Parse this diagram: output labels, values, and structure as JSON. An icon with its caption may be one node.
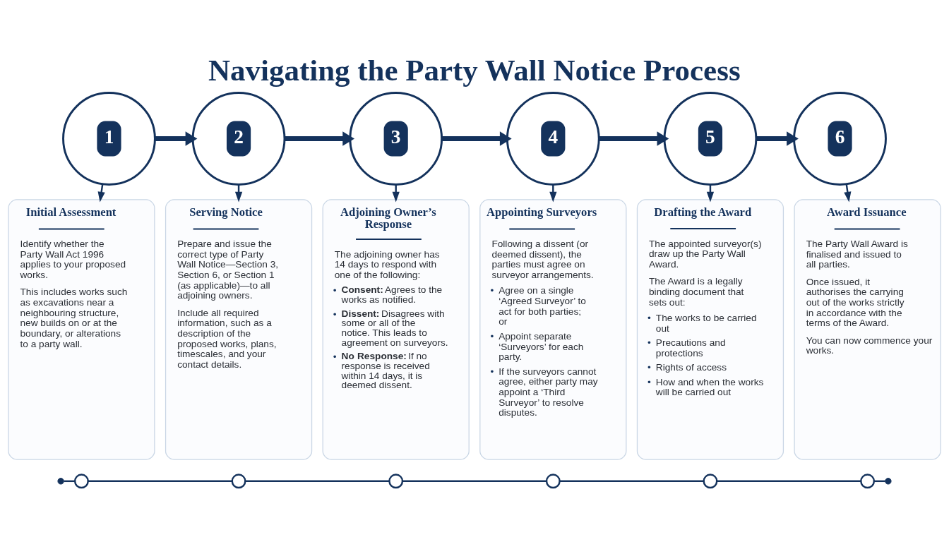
{
  "diagram": {
    "title": "Navigating the Party Wall Notice Process",
    "nodes": [
      {
        "text": [
          "1"
        ]
      },
      {
        "text": [
          "2"
        ]
      },
      {
        "text": [
          "3"
        ]
      },
      {
        "text": [
          "4"
        ]
      },
      {
        "text": [
          "5"
        ]
      },
      {
        "text": [
          "6"
        ]
      },
      {
        "text": [
          "Initial Assessment",
          "Identify whether the Party Wall Act 1996 applies to your proposed works.",
          "This includes works such as excavations near a neighbouring structure, new builds on or at the boundary, or alterations to a party wall."
        ]
      },
      {
        "text": [
          "Serving Notice",
          "Prepare and issue the correct type of Party Wall Notice—Section 3, Section 6, or Section 1 (as applicable)—to all adjoining owners.",
          "Include all required information, such as a description of the proposed works, plans, timescales, and your contact details."
        ]
      },
      {
        "text": [
          "Adjoining Owner’s Response",
          "The adjoining owner has 14 days to respond with one of the following:",
          "• **Consent:** Agrees to the works as notified.",
          "• **Dissent:** Disagrees with some or all of the notice. This leads to agreement on surveyors.",
          "• **No Response:** If no response is received within 14 days, it is deemed dissent."
        ]
      },
      {
        "text": [
          "Appointing Surveyors",
          "Following a dissent (or deemed dissent), the parties must agree on surveyor arrangements.",
          "• Agree on a single ‘Agreed Surveyor’ to act for both parties; or",
          "• Appoint separate ‘Surveyors’ for each party.",
          "• If the surveyors cannot agree, either party may appoint a ‘Third Surveyor’ to resolve disputes."
        ]
      },
      {
        "text": [
          "Drafting the Award",
          "The appointed surveyor(s) draw up the Party Wall Award.",
          "The Award is a legally binding document that sets out:",
          "• The works to be carried out",
          "• Precautions and protections",
          "• Rights of access",
          "• How and when the works will be carried out"
        ]
      },
      {
        "text": [
          "Award Issuance",
          "The Party Wall Award is finalised and issued to all parties.",
          "Once issued, it authorises the carrying out of the works strictly in accordance with the terms of the Award.",
          "You can now commence your works."
        ]
      },
      {
        "text": [],
        "shape": "dot"
      },
      {
        "text": [],
        "shape": "circle"
      },
      {
        "text": [],
        "shape": "circle"
      },
      {
        "text": [],
        "shape": "circle"
      },
      {
        "text": [],
        "shape": "circle"
      },
      {
        "text": [],
        "shape": "circle"
      },
      {
        "text": [],
        "shape": "circle"
      },
      {
        "text": [],
        "shape": "dot"
      }
    ],
    "edges": [
      {
        "from": 0,
        "to": 1,
        "arrow": "to",
        "style": "thick"
      },
      {
        "from": 1,
        "to": 2,
        "arrow": "to",
        "style": "thick"
      },
      {
        "from": 2,
        "to": 3,
        "arrow": "to",
        "style": "thick"
      },
      {
        "from": 3,
        "to": 4,
        "arrow": "to",
        "style": "thick"
      },
      {
        "from": 4,
        "to": 5,
        "arrow": "to",
        "style": "thick"
      },
      {
        "from": 0,
        "to": 6,
        "arrow": "to"
      },
      {
        "from": 1,
        "to": 7,
        "arrow": "to"
      },
      {
        "from": 2,
        "to": 8,
        "arrow": "to"
      },
      {
        "from": 3,
        "to": 9,
        "arrow": "to"
      },
      {
        "from": 4,
        "to": 10,
        "arrow": "to"
      },
      {
        "from": 5,
        "to": 11,
        "arrow": "to"
      },
      {
        "from": 12,
        "to": 13,
        "arrow": "none"
      },
      {
        "from": 13,
        "to": 14,
        "arrow": "none"
      },
      {
        "from": 14,
        "to": 15,
        "arrow": "none"
      },
      {
        "from": 15,
        "to": 16,
        "arrow": "none"
      },
      {
        "from": 16,
        "to": 17,
        "arrow": "none"
      },
      {
        "from": 17,
        "to": 18,
        "arrow": "none"
      },
      {
        "from": 18,
        "to": 19,
        "arrow": "none"
      }
    ]
  }
}
